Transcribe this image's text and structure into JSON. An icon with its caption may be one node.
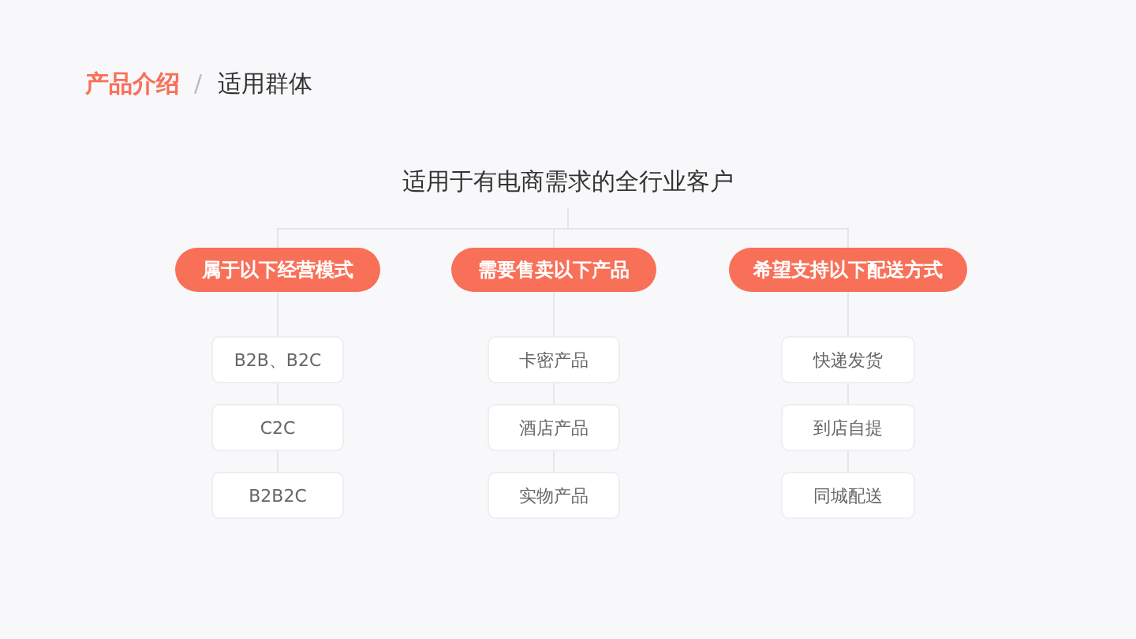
{
  "diagram": {
    "nodes": [
      {
        "text": [
          "适用于有电商需求的全行业客户"
        ]
      },
      {
        "text": [
          "属于以下经营模式"
        ]
      },
      {
        "text": [
          "需要售卖以下产品"
        ]
      },
      {
        "text": [
          "希望支持以下配送方式"
        ]
      },
      {
        "text": [
          "B2B、B2C"
        ]
      },
      {
        "text": [
          "卡密产品"
        ]
      },
      {
        "text": [
          "快递发货"
        ]
      },
      {
        "text": [
          "C2C"
        ]
      },
      {
        "text": [
          "酒店产品"
        ]
      },
      {
        "text": [
          "到店自提"
        ]
      },
      {
        "text": [
          "B2B2C"
        ]
      },
      {
        "text": [
          "实物产品"
        ]
      },
      {
        "text": [
          "同城配送"
        ]
      }
    ],
    "edges": [
      {
        "from": 0,
        "to": 1,
        "arrow": "none"
      },
      {
        "from": 0,
        "to": 2,
        "arrow": "none"
      },
      {
        "from": 0,
        "to": 3,
        "arrow": "none"
      },
      {
        "from": 1,
        "to": 4,
        "arrow": "none"
      },
      {
        "from": 4,
        "to": 7,
        "arrow": "none"
      },
      {
        "from": 7,
        "to": 10,
        "arrow": "none"
      },
      {
        "from": 2,
        "to": 5,
        "arrow": "none"
      },
      {
        "from": 5,
        "to": 8,
        "arrow": "none"
      },
      {
        "from": 8,
        "to": 11,
        "arrow": "none"
      },
      {
        "from": 3,
        "to": 6,
        "arrow": "none"
      },
      {
        "from": 6,
        "to": 9,
        "arrow": "none"
      },
      {
        "from": 9,
        "to": 12,
        "arrow": "none"
      }
    ],
    "labels": [
      "产品介绍",
      "/",
      "适用群体"
    ]
  }
}
